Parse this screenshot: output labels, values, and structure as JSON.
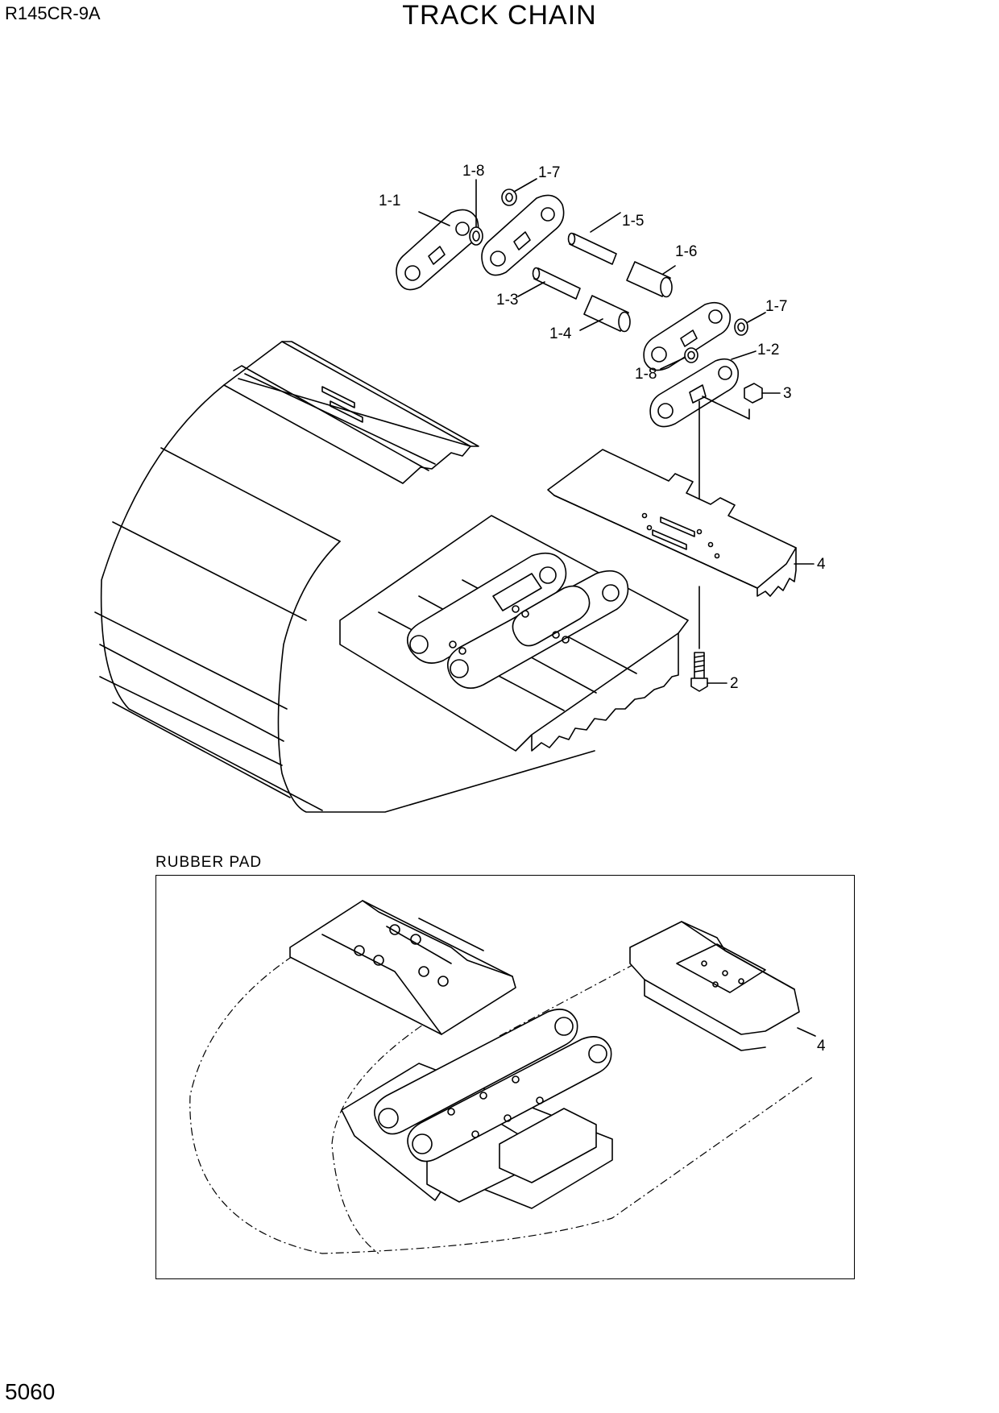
{
  "header": {
    "model": "R145CR-9A",
    "title": "TRACK CHAIN"
  },
  "footer": {
    "page_number": "5060"
  },
  "rubber_pad": {
    "label": "RUBBER PAD",
    "callouts": [
      "4"
    ]
  },
  "callouts": {
    "c1_1": "1-1",
    "c1_8_top": "1-8",
    "c1_7_top": "1-7",
    "c1_5": "1-5",
    "c1_6": "1-6",
    "c1_3": "1-3",
    "c1_4": "1-4",
    "c1_7_right": "1-7",
    "c1_2": "1-2",
    "c1_8_right": "1-8",
    "c3": "3",
    "c4": "4",
    "c2": "2"
  }
}
